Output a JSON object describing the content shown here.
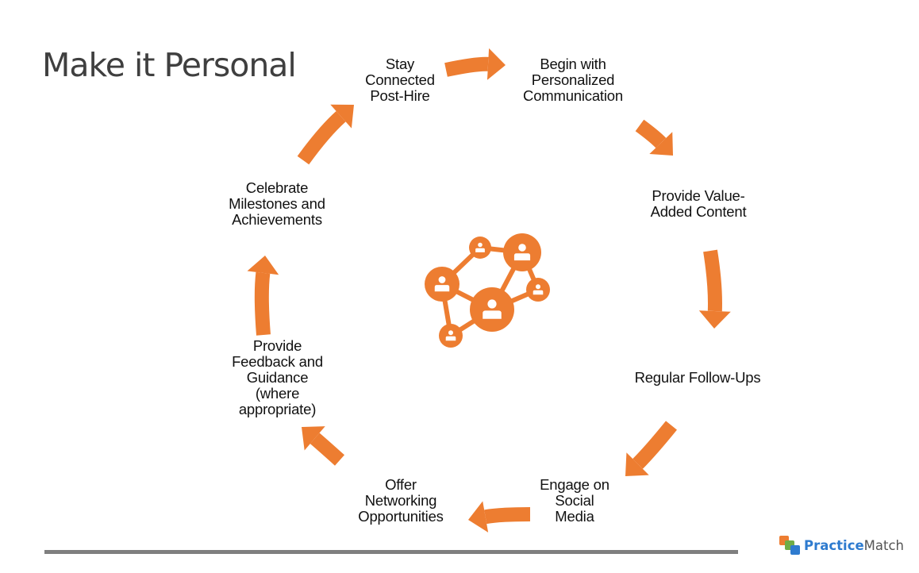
{
  "slide": {
    "title": "Make it Personal",
    "accent_color": "#ED7D31",
    "rule_color": "#7F7F7F"
  },
  "cycle": {
    "steps": [
      {
        "id": "begin",
        "lines": [
          "Begin with",
          "Personalized",
          "Communication"
        ]
      },
      {
        "id": "value",
        "lines": [
          "Provide Value-",
          "Added Content"
        ]
      },
      {
        "id": "followup",
        "lines": [
          "Regular Follow-Ups"
        ]
      },
      {
        "id": "social",
        "lines": [
          "Engage on",
          "Social",
          "Media"
        ]
      },
      {
        "id": "networking",
        "lines": [
          "Offer",
          "Networking",
          "Opportunities"
        ]
      },
      {
        "id": "feedback",
        "lines": [
          "Provide",
          "Feedback and",
          "Guidance",
          "(where",
          "appropriate)"
        ]
      },
      {
        "id": "celebrate",
        "lines": [
          "Celebrate",
          "Milestones and",
          "Achievements"
        ]
      },
      {
        "id": "connected",
        "lines": [
          "Stay",
          "Connected",
          "Post-Hire"
        ]
      }
    ],
    "arrow_count": 8,
    "center_icon": "network-people-icon"
  },
  "logo": {
    "brand_bold": "Practice",
    "brand_regular": "Match",
    "colors": [
      "#ED7D31",
      "#70AD47",
      "#2E7BCF"
    ]
  }
}
